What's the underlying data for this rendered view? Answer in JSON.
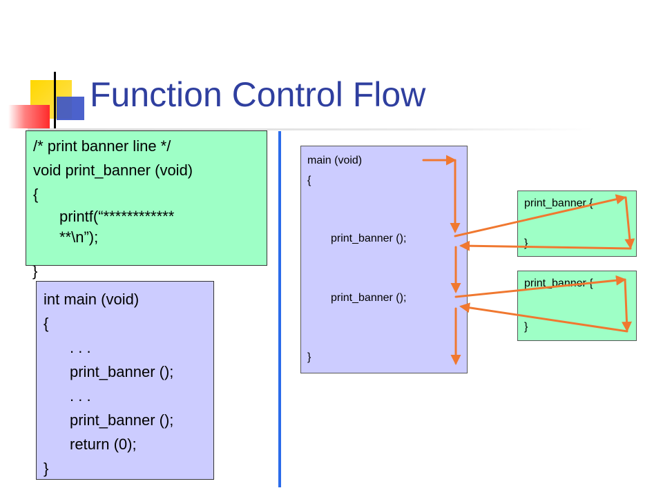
{
  "slide": {
    "title": "Function Control Flow"
  },
  "function_box": {
    "lines": [
      "/* print banner line */",
      "void print_banner (void)",
      "{",
      "printf(“************",
      "**\\n”);"
    ],
    "closing_brace": "}"
  },
  "main_box": {
    "lines": [
      "int main (void)",
      "{",
      ". . .",
      "print_banner ();",
      ". . .",
      "print_banner ();",
      "return (0);",
      "}"
    ]
  },
  "flow_diagram": {
    "main_box": {
      "header": "main (void)",
      "open_brace": "{",
      "call_1": "print_banner ();",
      "call_2": "print_banner ();",
      "close_brace": "}"
    },
    "callee_box_1": {
      "header": "print_banner {",
      "close_brace": "}"
    },
    "callee_box_2": {
      "header": "print_banner {",
      "close_brace": "}"
    },
    "arrow_color": "#f07830"
  },
  "colors": {
    "title": "#2f3f9f",
    "function_box_fill": "#9effc6",
    "main_box_fill": "#ccccff",
    "divider": "#2b6bea"
  }
}
